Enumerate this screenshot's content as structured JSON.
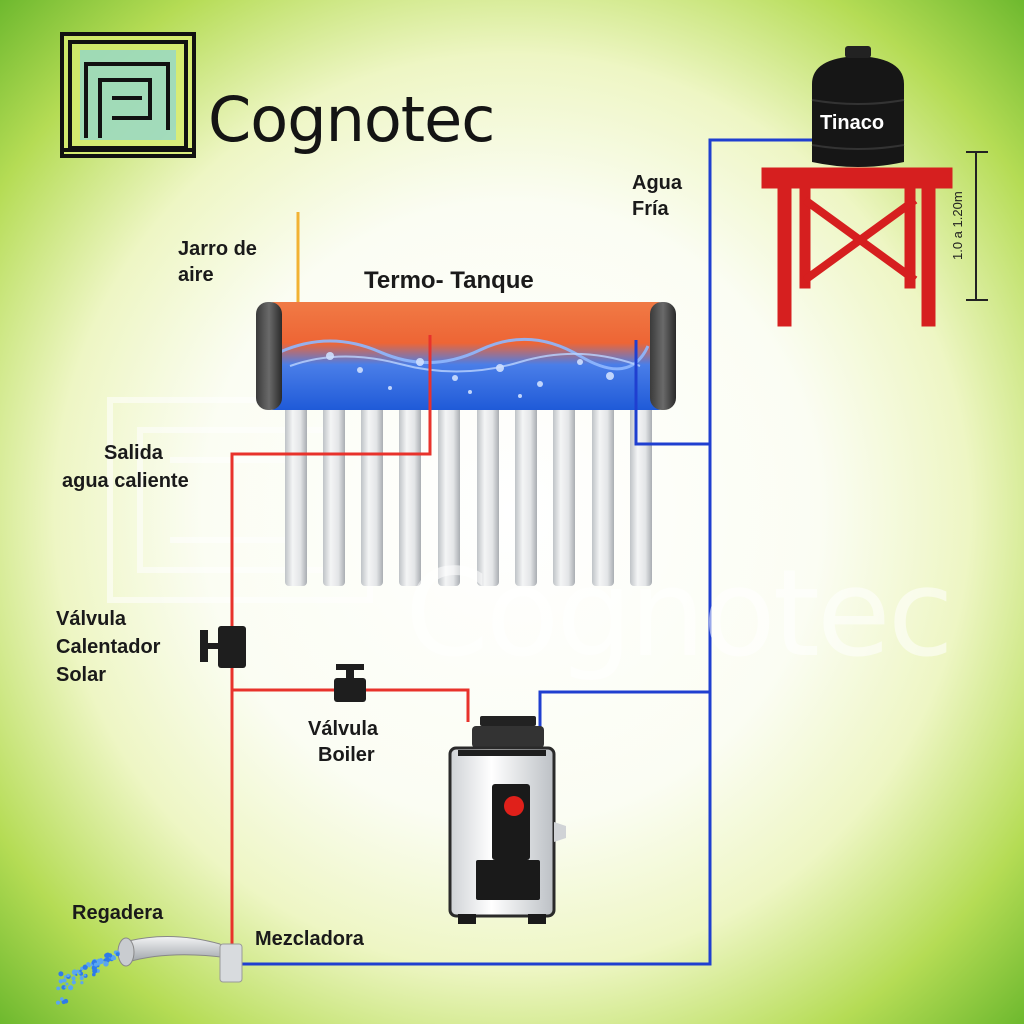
{
  "brand": {
    "name": "Cognotec",
    "watermark": "Cognotec"
  },
  "labels": {
    "tinaco": "Tinaco",
    "agua_fria": [
      "Agua",
      "Fría"
    ],
    "height_range": "1.0 a 1.20m",
    "jarro_de_aire": [
      "Jarro de",
      "aire"
    ],
    "termo_tanque": "Termo- Tanque",
    "salida_agua_caliente": [
      "Salida",
      "agua caliente"
    ],
    "valvula_calentador_solar": [
      "Válvula",
      "Calentador",
      "Solar"
    ],
    "valvula_boiler": [
      "Válvula",
      "Boiler"
    ],
    "regadera": "Regadera",
    "mezcladora": "Mezcladora"
  },
  "colors": {
    "hot_pipe": "#e8322b",
    "cold_pipe": "#1f3fd0",
    "stand": "#d61f1f",
    "air_pipe": "#f2b233",
    "tank_top": "#ee6a3a",
    "tank_bottom": "#2a6be0"
  },
  "icons": [
    "logo-mark-icon",
    "water-tank-icon",
    "tank-stand-icon",
    "solar-heater-icon",
    "vacuum-tube-icon",
    "valve-icon",
    "boiler-icon",
    "shower-head-icon"
  ]
}
